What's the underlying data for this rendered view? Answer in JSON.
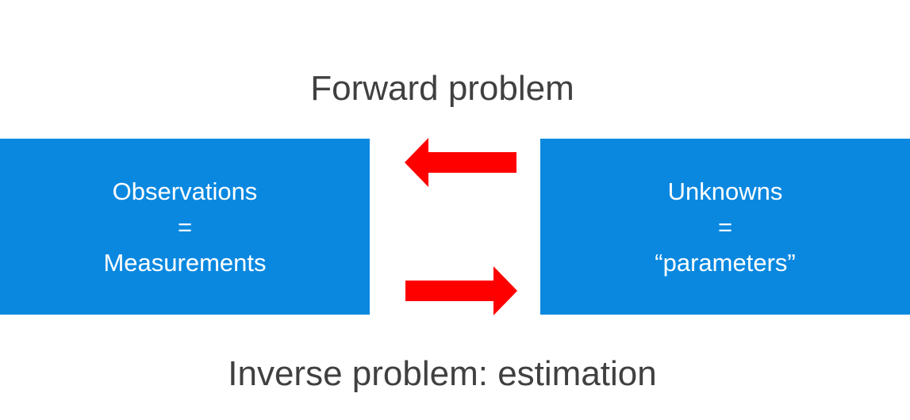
{
  "forward_caption": "Forward problem",
  "inverse_caption": "Inverse problem: estimation",
  "left_box": {
    "line1": "Observations",
    "line2": "=",
    "line3": "Measurements"
  },
  "right_box": {
    "line1": "Unknowns",
    "line2": "=",
    "line3": "“parameters”"
  },
  "colors": {
    "box_fill": "#0a88e0",
    "box_text": "#ffffff",
    "arrow": "#ff0000",
    "caption_text": "#404040"
  }
}
